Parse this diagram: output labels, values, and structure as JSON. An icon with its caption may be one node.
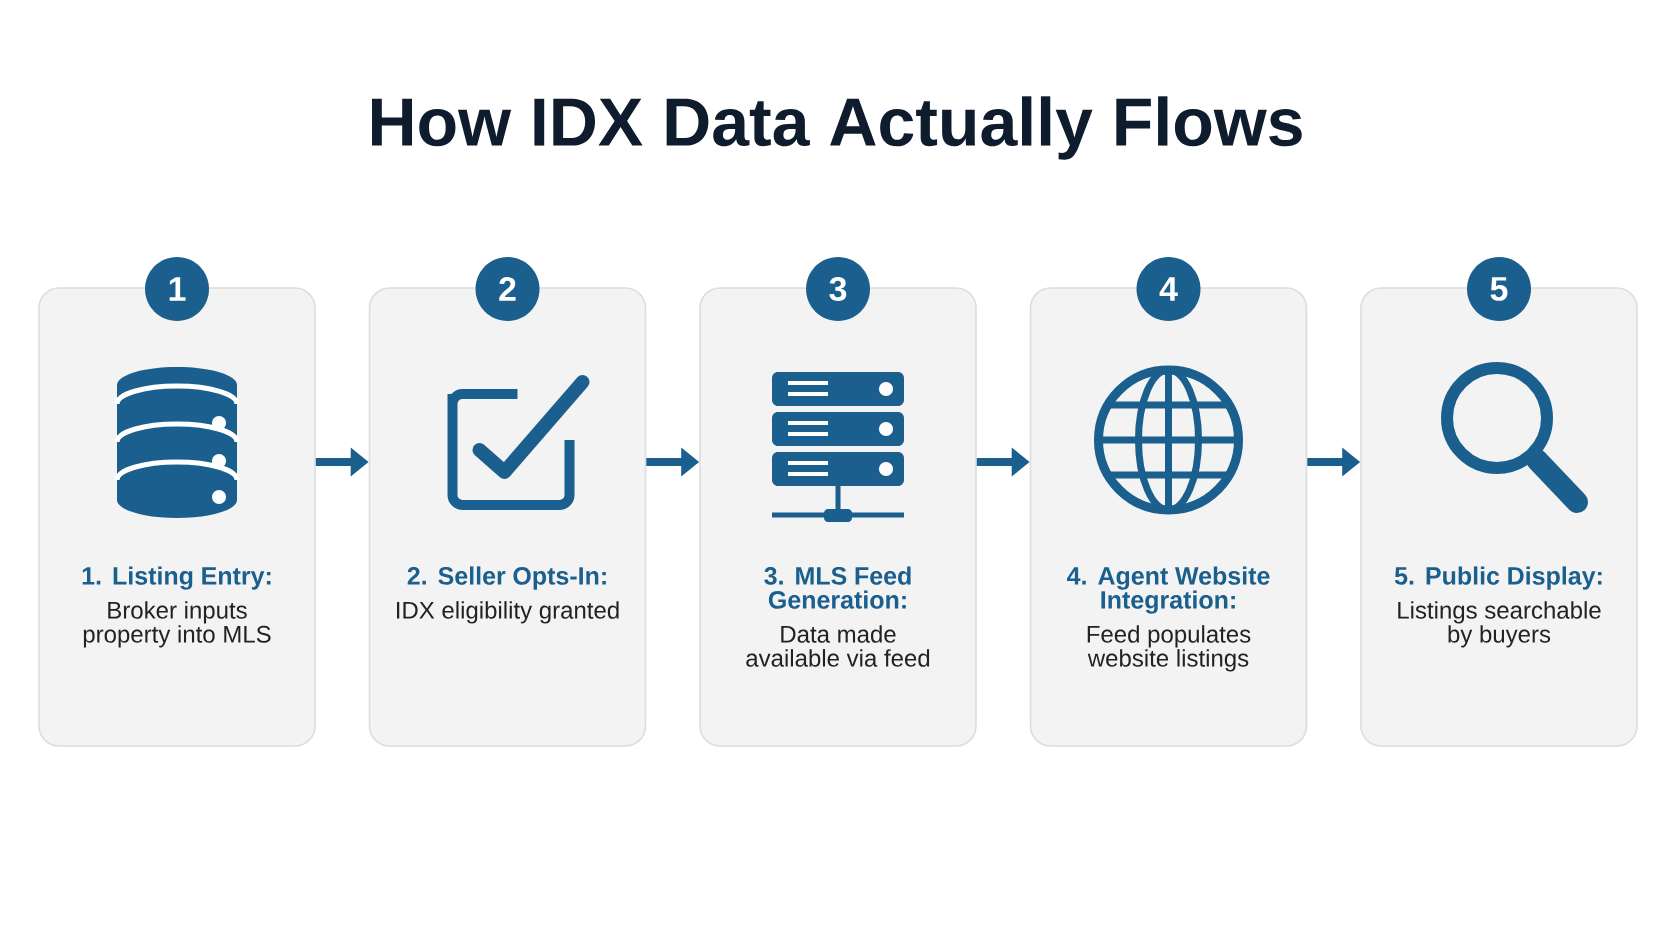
{
  "diagram": {
    "title": "How IDX Data Actually Flows",
    "nodes": [
      {
        "text": [
          "1. Listing Entry:",
          "Broker inputs property into MLS"
        ]
      },
      {
        "text": [
          "2. Seller Opts-In:",
          "IDX eligibility granted"
        ]
      },
      {
        "text": [
          "3. MLS Feed Generation:",
          "Data made available via feed"
        ]
      },
      {
        "text": [
          "4. Agent Website Integration:",
          "Feed populates website listings"
        ]
      },
      {
        "text": [
          "5. Public Display:",
          "Listings searchable by buyers"
        ]
      },
      {
        "text": [
          "1"
        ]
      },
      {
        "text": [
          "2"
        ]
      },
      {
        "text": [
          "3"
        ]
      },
      {
        "text": [
          "4"
        ]
      },
      {
        "text": [
          "5"
        ]
      }
    ],
    "edges": [
      {
        "from": 0,
        "to": 1,
        "arrow": "to"
      },
      {
        "from": 1,
        "to": 2,
        "arrow": "to"
      },
      {
        "from": 2,
        "to": 3,
        "arrow": "to"
      },
      {
        "from": 3,
        "to": 4,
        "arrow": "to"
      }
    ]
  }
}
